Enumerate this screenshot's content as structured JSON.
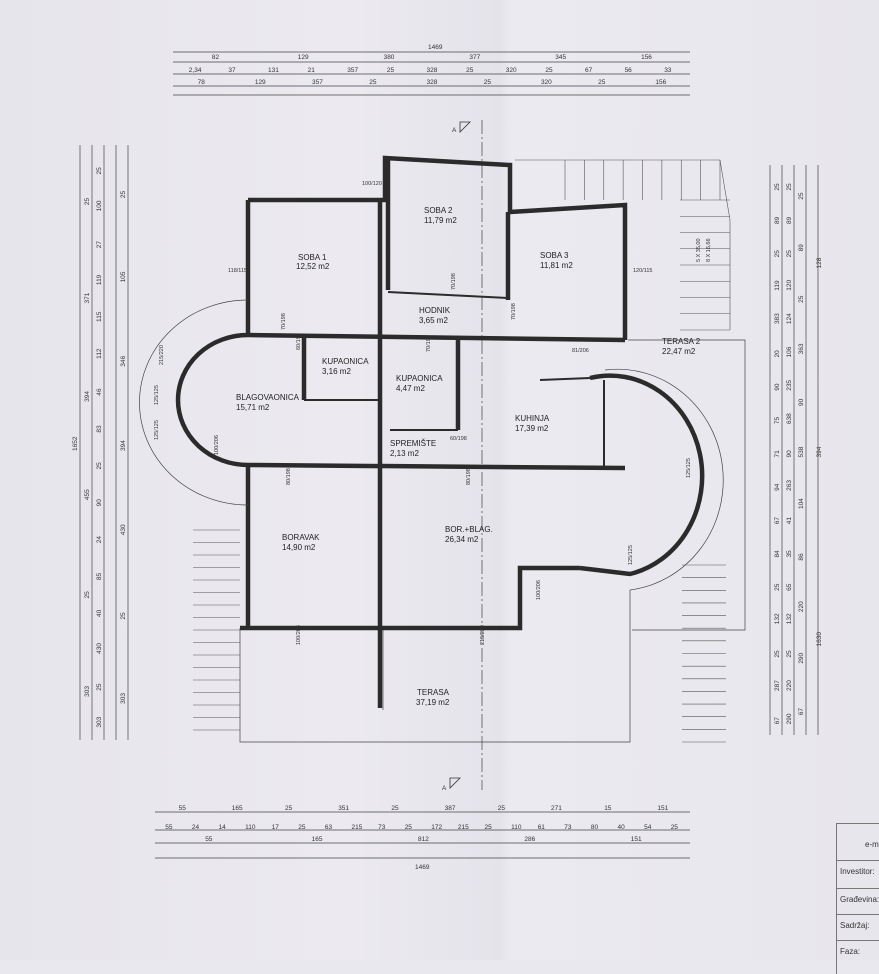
{
  "rooms": [
    {
      "name": "SOBA 1",
      "area": "12,52 m2"
    },
    {
      "name": "SOBA 2",
      "area": "11,79 m2"
    },
    {
      "name": "SOBA 3",
      "area": "11,81 m2"
    },
    {
      "name": "HODNIK",
      "area": "3,65 m2"
    },
    {
      "name": "KUPAONICA",
      "area": "3,16 m2"
    },
    {
      "name": "KUPAONICA",
      "area": "4,47 m2"
    },
    {
      "name": "BLAGOVAONICA",
      "area": "15,71 m2"
    },
    {
      "name": "SPREMIŠTE",
      "area": "2,13 m2"
    },
    {
      "name": "KUHINJA",
      "area": "17,39 m2"
    },
    {
      "name": "TERASA 2",
      "area": "22,47 m2"
    },
    {
      "name": "BORAVAK",
      "area": "14,90 m2"
    },
    {
      "name": "BOR.+BLAG.",
      "area": "26,34 m2"
    },
    {
      "name": "TERASA",
      "area": "37,19 m2"
    }
  ],
  "section_marks": [
    "A",
    "A"
  ],
  "stair_note": [
    "5 X 35,00",
    "8 X 16,66"
  ],
  "top_dims": {
    "total": "1469",
    "row1": [
      "82",
      "129",
      "380",
      "377",
      "345",
      "156"
    ],
    "row2": [
      "2,34",
      "37",
      "131",
      "21",
      "357",
      "25",
      "328",
      "25",
      "320",
      "25",
      "67",
      "56",
      "33"
    ],
    "row3": [
      "78",
      "129",
      "357",
      "25",
      "328",
      "25",
      "320",
      "25",
      "156"
    ]
  },
  "bottom_dims": {
    "row1": [
      "55",
      "165",
      "25",
      "351",
      "25",
      "387",
      "25",
      "271",
      "15",
      "151"
    ],
    "row2": [
      "55",
      "24",
      "14",
      "110",
      "17",
      "25",
      "63",
      "215",
      "73",
      "25",
      "172",
      "215",
      "25",
      "110",
      "61",
      "73",
      "80",
      "40",
      "54",
      "25"
    ],
    "row3": [
      "55",
      "165",
      "812",
      "286",
      "151"
    ],
    "total": "1469"
  },
  "left_dims": {
    "col1": [
      "1652"
    ],
    "col2": [
      "25",
      "371",
      "394",
      "455",
      "25",
      "303"
    ],
    "col3": [
      "25",
      "100",
      "27",
      "119",
      "115",
      "112",
      "46",
      "83",
      "25",
      "90",
      "24",
      "85",
      "40",
      "430",
      "25",
      "303"
    ],
    "col4": [
      "25",
      "105",
      "346",
      "394",
      "430",
      "25",
      "303"
    ]
  },
  "right_dims": {
    "col1": [
      "25",
      "89",
      "25",
      "119",
      "383",
      "20",
      "90",
      "75",
      "71",
      "94",
      "67",
      "84",
      "25",
      "132",
      "25",
      "287",
      "67"
    ],
    "col2": [
      "25",
      "89",
      "25",
      "120",
      "124",
      "106",
      "235",
      "638",
      "90",
      "263",
      "41",
      "35",
      "65",
      "132",
      "25",
      "220",
      "290"
    ],
    "col3": [
      "25",
      "89",
      "25",
      "363",
      "90",
      "538",
      "104",
      "86",
      "220",
      "290",
      "67"
    ],
    "col4": [
      "128",
      "394",
      "1630"
    ]
  },
  "openings": [
    "100/120",
    "118/115",
    "70/198",
    "70/198",
    "120/115",
    "60/198",
    "100/206",
    "70/198",
    "81/206",
    "70/198",
    "125/125",
    "125/125",
    "60/198",
    "100/206",
    "80/198",
    "80/198",
    "125/125",
    "125/125",
    "100/206",
    "215/220",
    "215/220"
  ],
  "titleblock": {
    "top": "e-m",
    "rows": [
      "Investitor:",
      "Građevina:",
      "Sadržaj:",
      "Faza:"
    ]
  }
}
